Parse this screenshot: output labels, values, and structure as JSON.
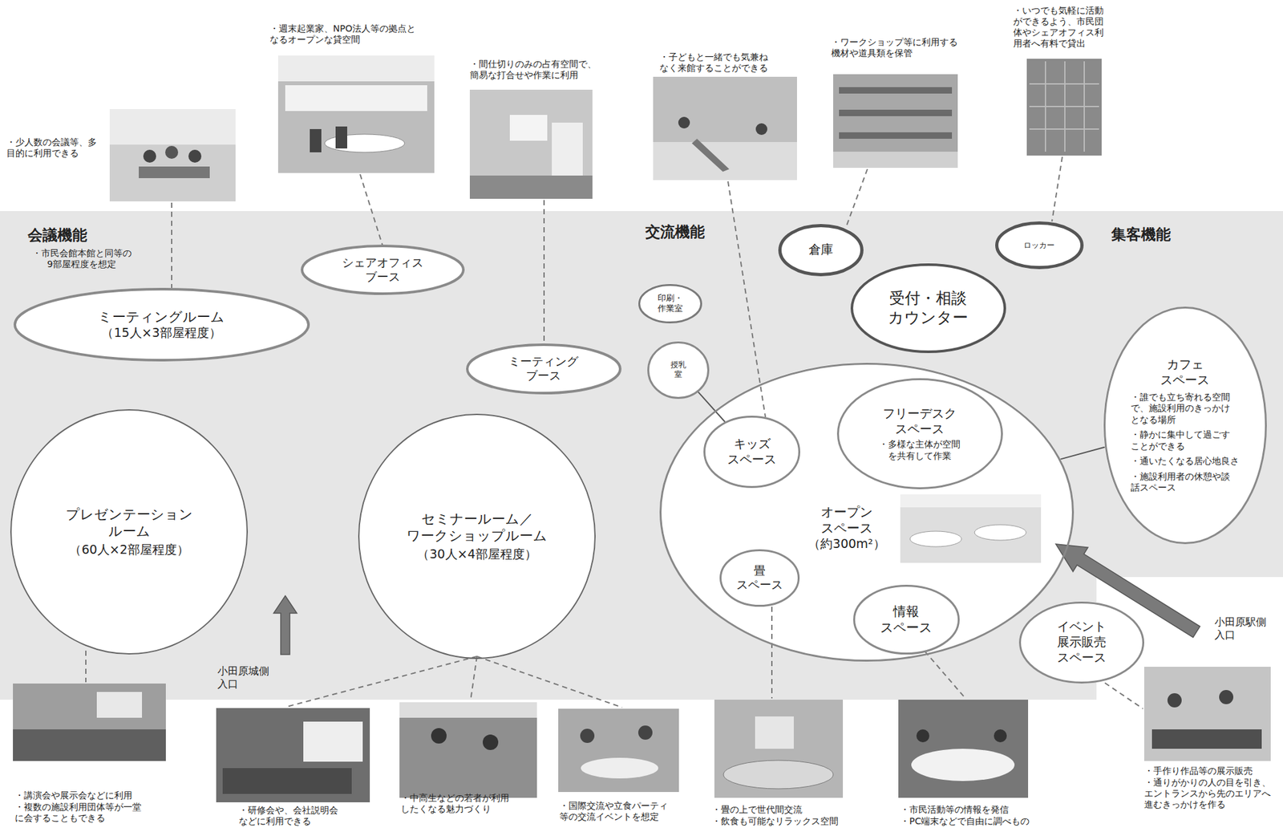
{
  "diagram": {
    "nodes": [
      {
        "text": [
          "ミーティングルーム",
          "（15人×3部屋程度）"
        ]
      },
      {
        "text": [
          "シェアオフィス ブース"
        ]
      },
      {
        "text": [
          "ミーティング ブース"
        ]
      },
      {
        "text": [
          "印刷・ 作業室"
        ]
      },
      {
        "text": [
          "授乳 室"
        ]
      },
      {
        "text": [
          "倉庫"
        ]
      },
      {
        "text": [
          "ロッカー"
        ]
      },
      {
        "text": [
          "受付・相談 カウンター"
        ]
      },
      {
        "text": [
          "カフェ スペース",
          "・誰でも立ち寄れる空間 で、施設利用のきっかけ となる場所",
          "・静かに集中して過ごす ことができる",
          "・通いたくなる居心地良さ",
          "・施設利用者の休憩や談 話スペース"
        ]
      },
      {
        "text": [
          "プレゼンテーション ルーム",
          "（60人×2部屋程度）"
        ]
      },
      {
        "text": [
          "セミナールーム／ ワークショップルーム",
          "（30人×4部屋程度）"
        ]
      },
      {
        "text": [
          "オープン スペース",
          "（約300m²）"
        ]
      },
      {
        "text": [
          "キッズ スペース"
        ],
        "in": 11
      },
      {
        "text": [
          "フリーデスク スペース",
          "・多様な主体が空間 を共有して作業"
        ],
        "in": 11
      },
      {
        "text": [
          "畳 スペース"
        ],
        "in": 11
      },
      {
        "text": [
          "情報 スペース"
        ],
        "in": 11
      },
      {
        "text": [
          "イベント 展示販売 スペース"
        ]
      }
    ],
    "edges": [
      {
        "from": 4,
        "to": 12,
        "arrow": "none"
      },
      {
        "from": 8,
        "to": 11,
        "arrow": "none"
      }
    ],
    "labels": [
      "・少人数の会議等、多 目的に利用できる",
      "・週末起業家、NPO法人等の拠点と なるオープンな貸空間",
      "・間仕切りのみの占有空間で、 簡易な打合せや作業に利用",
      "・子どもと一緒でも気兼ね なく来館することができる",
      "・ワークショップ等に利用する 機材や道具類を保管",
      "・いつでも気軽に活動 ができるよう、市民団 体やシェアオフィス利 用者へ有料で貸出",
      "会議機能",
      "・市民会館本館と同等の 9部屋程度を想定",
      "交流機能",
      "集客機能",
      "小田原城側 入口",
      "小田原駅側 入口",
      "・講演会や展示会などに利用",
      "・複数の施設利用団体等が一堂 に会することもできる",
      "・研修会や、会社説明会 などに利用できる",
      "・中高生などの若者が利用 したくなる魅力づくり",
      "・国際交流や立食パーティ 等の交流イベントを想定",
      "・畳の上で世代間交流",
      "・飲食も可能なリラックス空間",
      "・市民活動等の情報を発信",
      "・PC端末などで自由に調べもの",
      "・手作り作品等の展示販売",
      "・通りがかりの人の目を引き、 エントランスから先のエリアへ 進むきっかけを作る"
    ]
  }
}
